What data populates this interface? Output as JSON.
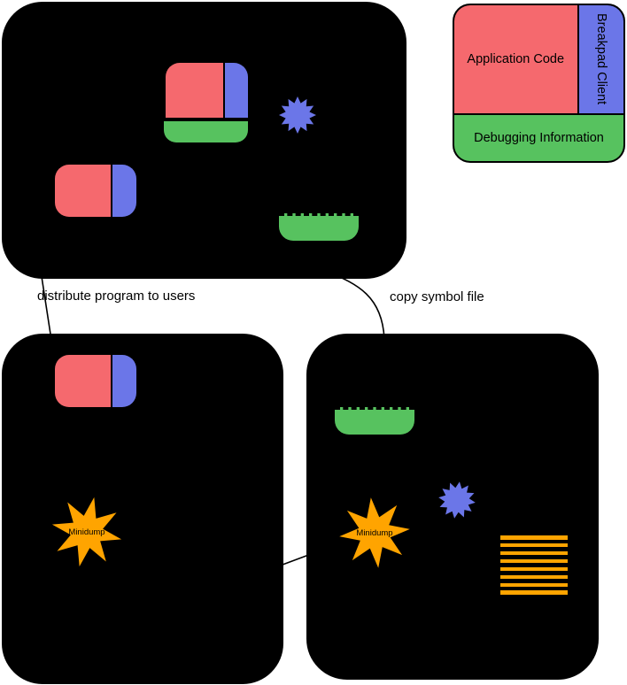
{
  "colors": {
    "background": "#ffffff",
    "machine": "#000000",
    "app_code": "#f5696e",
    "breakpad_client": "#6b76e8",
    "debug_info": "#57c25f",
    "minidump": "#ffa400",
    "line": "#000000",
    "text": "#000000"
  },
  "legend": {
    "application_code": "Application Code",
    "breakpad_client": "Breakpad Client",
    "debugging_information": "Debugging Information"
  },
  "edges": {
    "distribute": "distribute program to users",
    "copy_symbol": "copy symbol file"
  },
  "user_machine": {
    "minidump_label": "Minidump"
  },
  "collector_machine": {
    "minidump_label": "Minidump"
  },
  "icons": {
    "starburst": "12-point burst polygon",
    "minidump_star": "8-point star polygon",
    "stack_trace": "stack of horizontal orange lines"
  }
}
